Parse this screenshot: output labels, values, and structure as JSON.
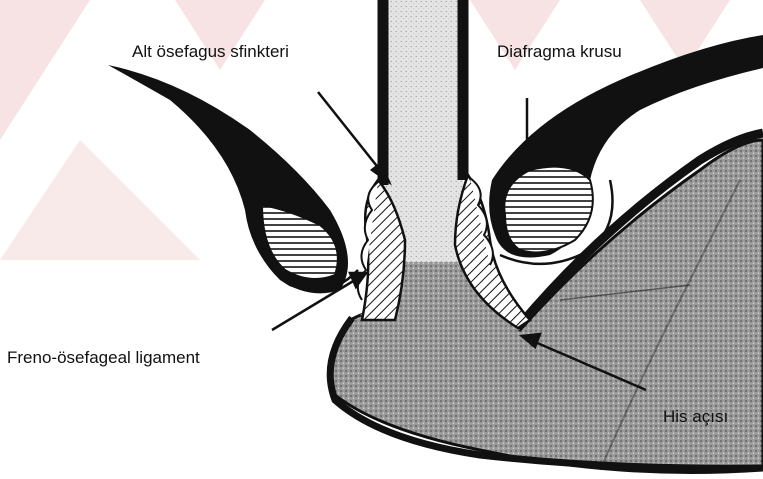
{
  "labels": {
    "les": "Alt ösefagus sfinkteri",
    "crus": "Diafragma krusu",
    "ligament": "Freno-ösefageal ligament",
    "his": "His açısı"
  },
  "colors": {
    "watermark": "#f6dede",
    "dark": "#111111",
    "stomach_fill": "#8a8a8a",
    "esophagus_fill": "#d9d9d9",
    "background": "#ffffff"
  }
}
